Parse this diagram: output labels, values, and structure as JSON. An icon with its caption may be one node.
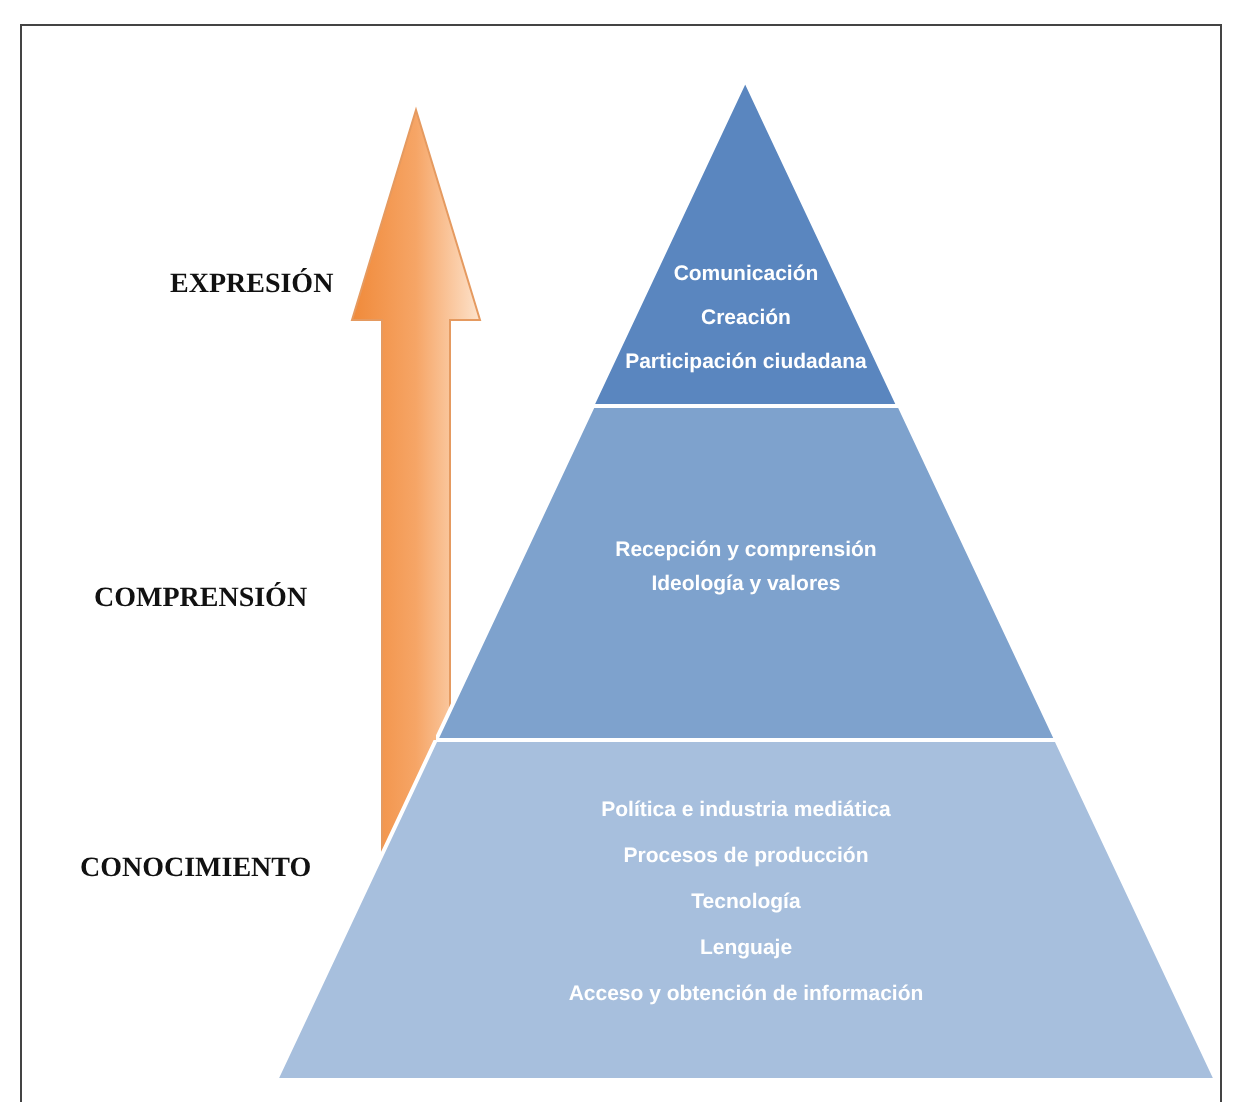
{
  "diagram": {
    "nodes": [
      {
        "text": [
          "Comunicación",
          "Creación",
          "Participación ciudadana"
        ]
      },
      {
        "text": [
          "Recepción y comprensión",
          "Ideología y valores"
        ]
      },
      {
        "text": [
          "Política e industria mediática",
          "Procesos de producción",
          "Tecnología",
          "Lenguaje",
          "Acceso y obtención de información"
        ]
      }
    ],
    "labels": [
      "EXPRESIÓN",
      "COMPRENSIÓN",
      "CONOCIMIENTO"
    ]
  }
}
